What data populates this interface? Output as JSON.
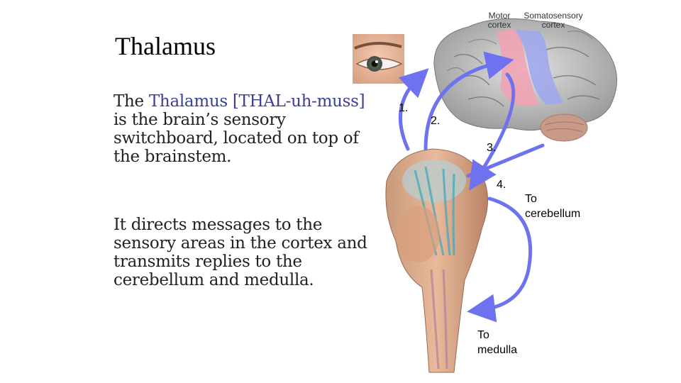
{
  "slide": {
    "title": "Thalamus",
    "para1": {
      "prefix": "The ",
      "term": "Thalamus [THAL-uh-muss]",
      "rest": " is the brain’s sensory switchboard, located on top of the brainstem."
    },
    "para2": "It directs messages to the sensory areas in the cortex and transmits replies to the cerebellum and medulla."
  },
  "diagram": {
    "motor_cortex": "Motor cortex",
    "somatosensory_cortex": "Somatosensory cortex",
    "step1": "1.",
    "step2": "2.",
    "step3": "3.",
    "step4": "4.",
    "to_cerebellum": "To cerebellum",
    "to_medulla": "To medulla",
    "arrow_color": "#6f72ee"
  }
}
